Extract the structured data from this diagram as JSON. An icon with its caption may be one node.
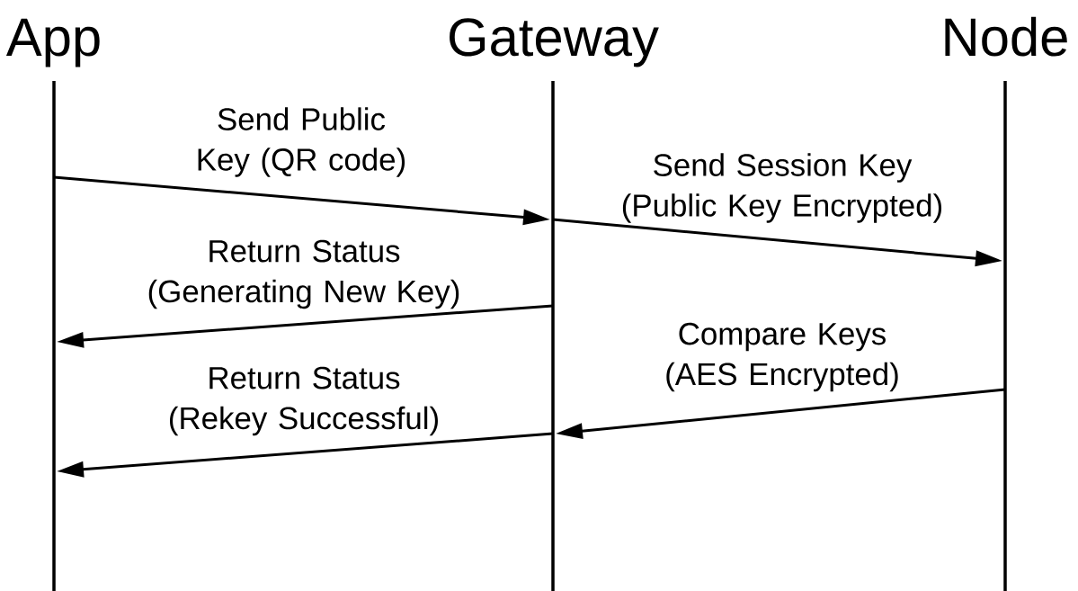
{
  "diagram": {
    "nodes": [
      {
        "text": [
          "App"
        ]
      },
      {
        "text": [
          "Gateway"
        ]
      },
      {
        "text": [
          "Node"
        ]
      }
    ],
    "edges": [
      {
        "from": 0,
        "to": 1,
        "arrow": "to",
        "label": "Send Public Key (QR code)"
      },
      {
        "from": 1,
        "to": 2,
        "arrow": "to",
        "label": "Send Session Key (Public Key Encrypted)"
      },
      {
        "from": 1,
        "to": 0,
        "arrow": "to",
        "label": "Return Status (Generating New Key)"
      },
      {
        "from": 2,
        "to": 1,
        "arrow": "to",
        "label": "Compare Keys (AES Encrypted)"
      },
      {
        "from": 1,
        "to": 0,
        "arrow": "to",
        "label": "Return Status (Rekey Successful)"
      }
    ]
  }
}
